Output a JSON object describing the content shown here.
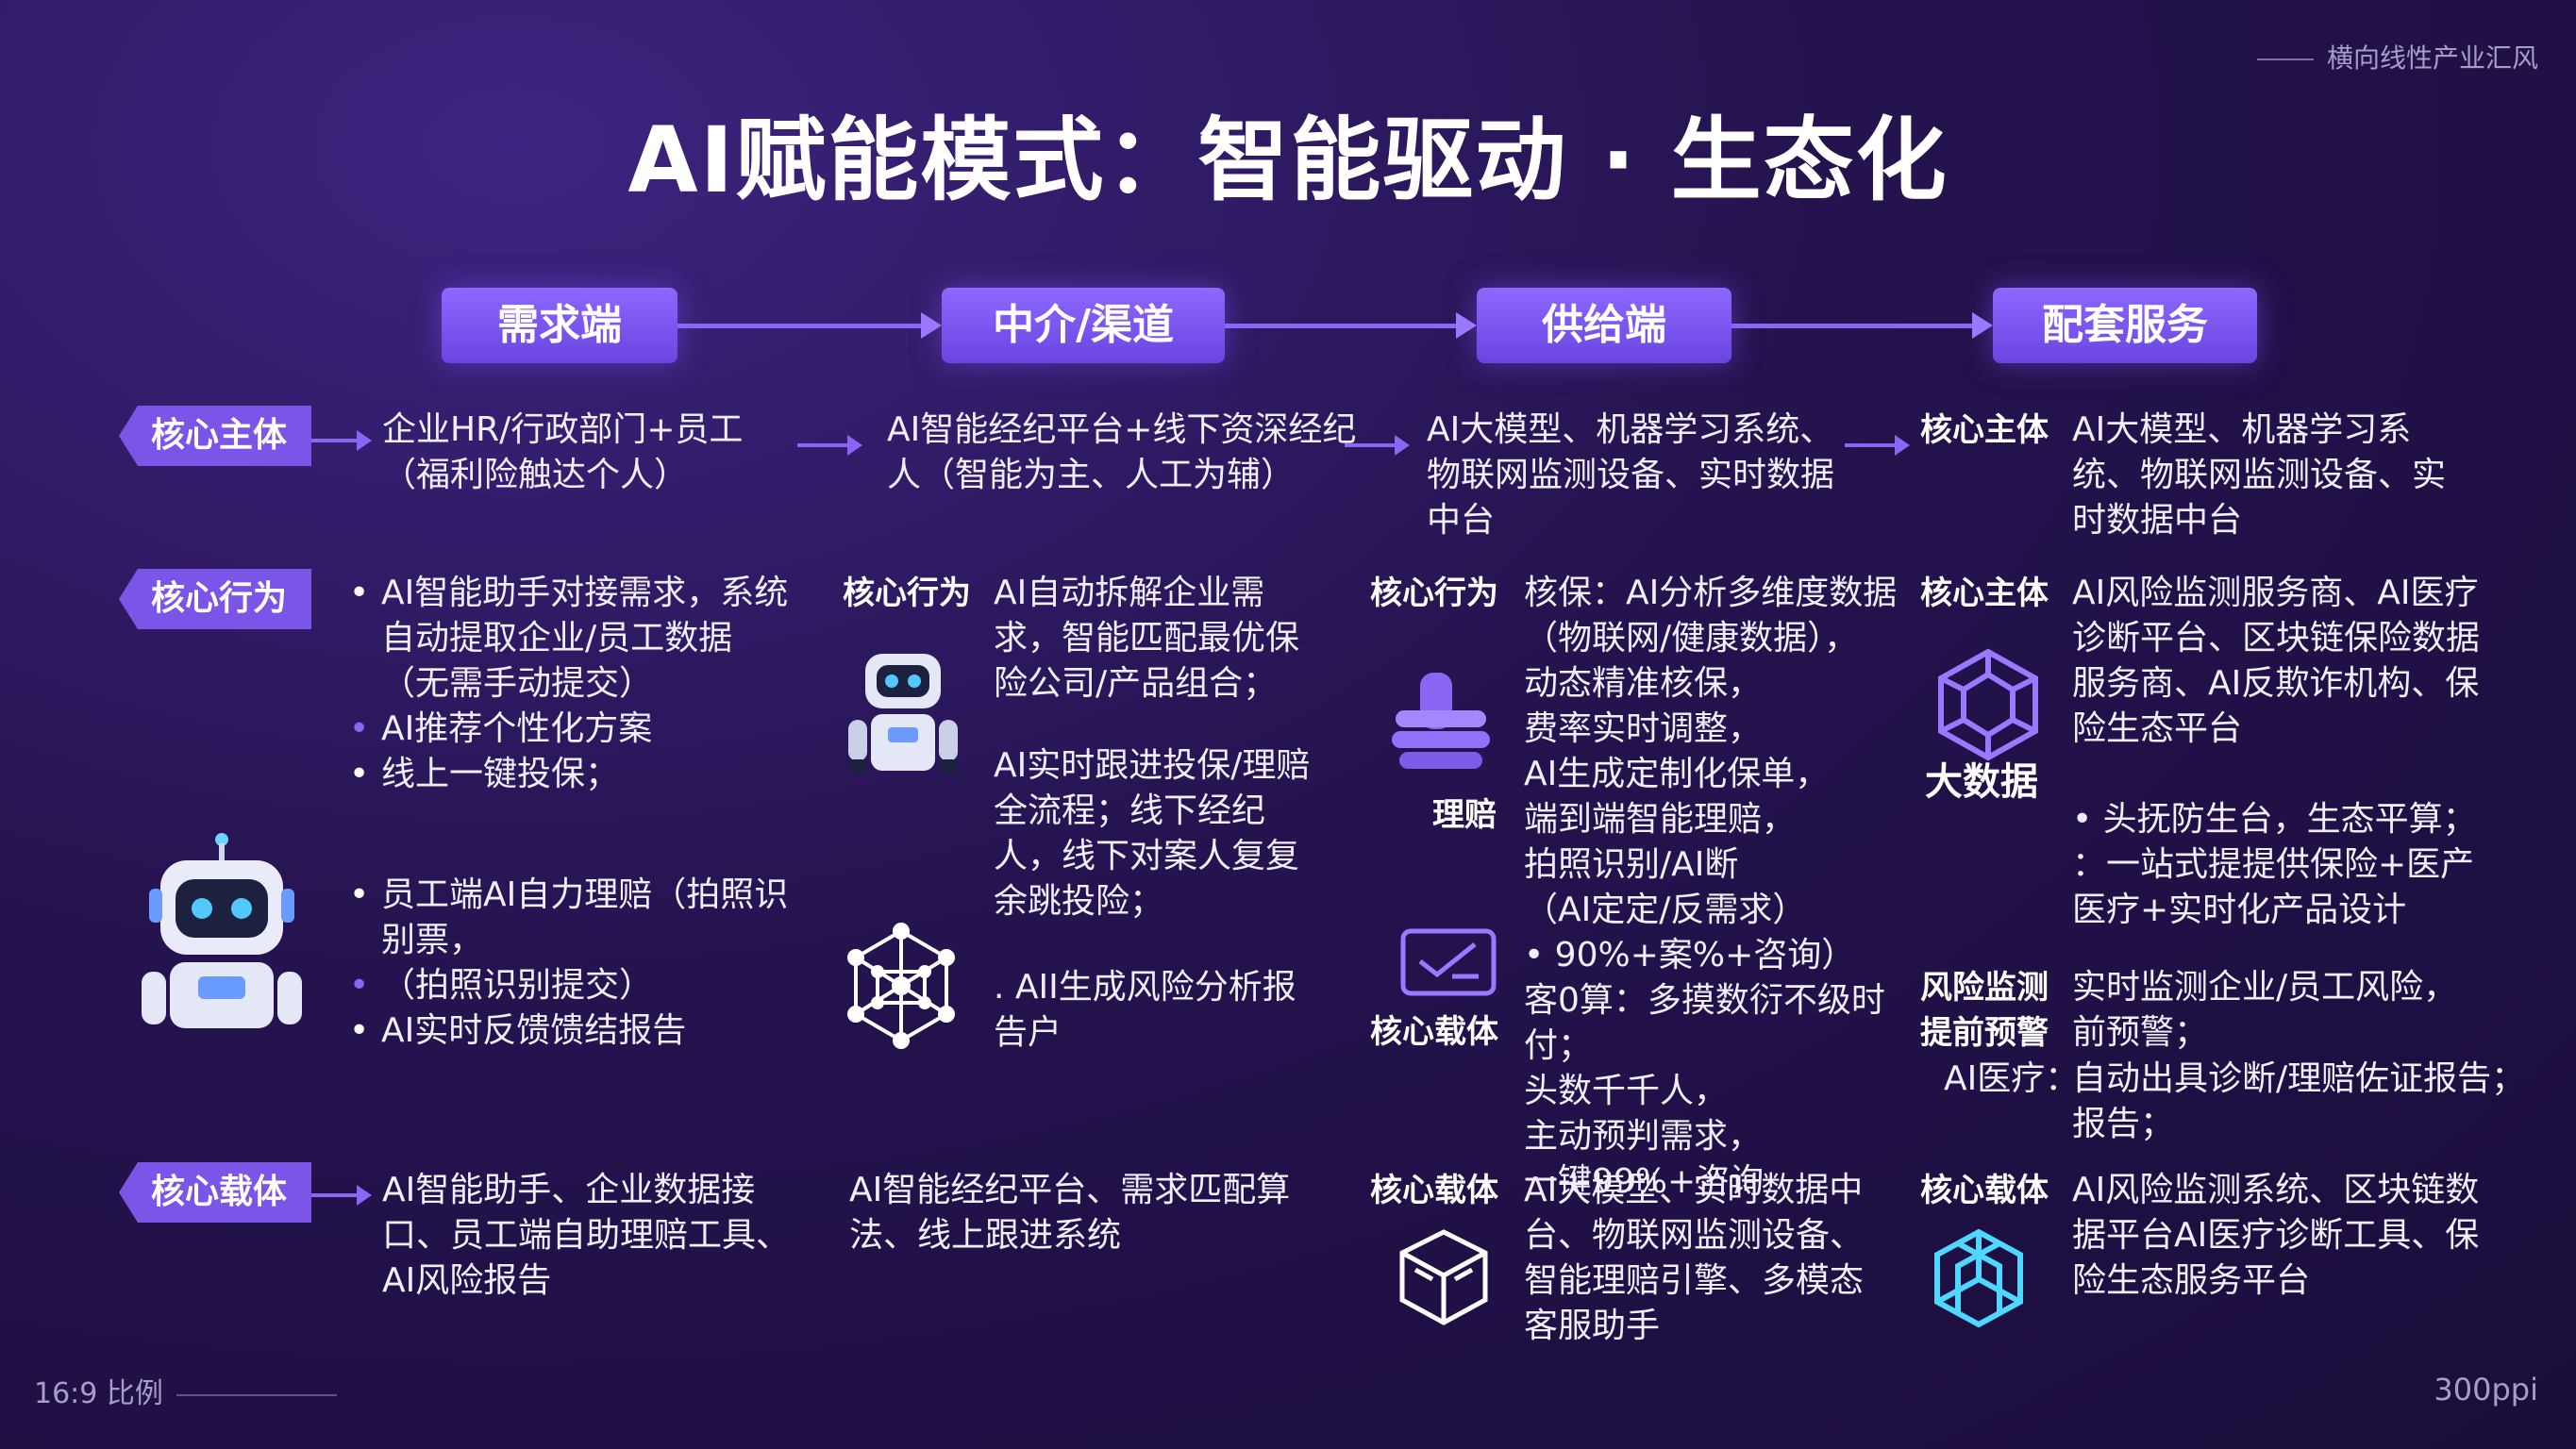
{
  "header": {
    "title": "AI赋能模式：智能驱动 · 生态化",
    "corner_top_right": "横向线性产业汇风",
    "corner_bottom_left": "16:9 比例",
    "corner_bottom_right": "300ppi"
  },
  "stages": [
    "需求端",
    "中介/渠道",
    "供给端",
    "配套服务"
  ],
  "row_tags": [
    "核心主体",
    "核心行为",
    "核心载体"
  ],
  "subjects": {
    "demand": "企业HR/行政部门+员工（福利险触达个人）",
    "channel": "AI智能经纪平台+线下资深经纪人（智能为主、人工为辅）",
    "supply": "AI大模型、机器学习系统、物联网监测设备、实时数据中台",
    "service_label": "核心主体",
    "service": "AI大模型、机器学习系统、物联网监测设备、实时数据中台"
  },
  "behaviors": {
    "demand_a": [
      "AI智能助手对接需求，系统自动提取企业/员工数据（无需手动提交）",
      "AI推荐个性化方案",
      "线上一键投保；"
    ],
    "demand_b": [
      "员工端AI自力理赔（拍照识别票，",
      "（拍照识别提交）",
      "AI实时反馈馈结报告"
    ],
    "channel_label": "核心行为",
    "channel_1": "AI自动拆解企业需求，智能匹配最优保险公司/产品组合；",
    "channel_2": "AI实时跟进投保/理赔全流程；线下经纪人，线下对案人复复余跳投险；",
    "channel_3": ". AII生成风险分析报告户",
    "supply_label": "核心行为",
    "supply_icon_label": "理赔",
    "supply_carrier_label": "核心载体",
    "supply_text": [
      "核保：AI分析多维度数据（物联网/健康数据），",
      "动态精准核保，",
      "费率实时调整，",
      "AI生成定制化保单，",
      "端到端智能理赔，",
      "拍照识别/AI断",
      "（AI定定/反需求）",
      "• 90%+案%+咨询）",
      "客0算：多摸数衍不级时付；",
      "头数千千人，",
      "主动预判需求，",
      "一键99%+咨询"
    ],
    "service_label": "核心主体",
    "service_icon_label": "大数据",
    "service_text": "AI风险监测服务商、AI医疗诊断平台、区块链保险数据服务商、AI反欺诈机构、保险生态平台",
    "service_bullets": [
      "• 头抚防生台，生态平算；",
      "：一站式提提供保险+医产医疗+实时化产品设计"
    ],
    "monitor_label": "风险监测提前预警",
    "monitor_text": "实时监测企业/员工风险，前预警；",
    "medical_label": "AI医疗：",
    "medical_text": "自动出具诊断/理赔佐证报告；报告；"
  },
  "carriers": {
    "demand": "AI智能助手、企业数据接口、员工端自助理赔工具、AI风险报告",
    "channel": "AI智能经纪平台、需求匹配算法、线上跟进系统",
    "supply_label": "核心载体",
    "supply": "AI大模型、实时数据中台、物联网监测设备、智能理赔引擎、多模态客服助手",
    "service_label": "核心载体",
    "service": "AI风险监测系统、区块链数据平台AI医疗诊断工具、保险生态服务平台"
  },
  "icons": [
    "robot-icon",
    "small-robot-icon",
    "neural-network-icon",
    "hand-stack-icon",
    "claim-card-icon",
    "big-data-hex-icon",
    "cube-icon",
    "hex-knot-icon"
  ]
}
